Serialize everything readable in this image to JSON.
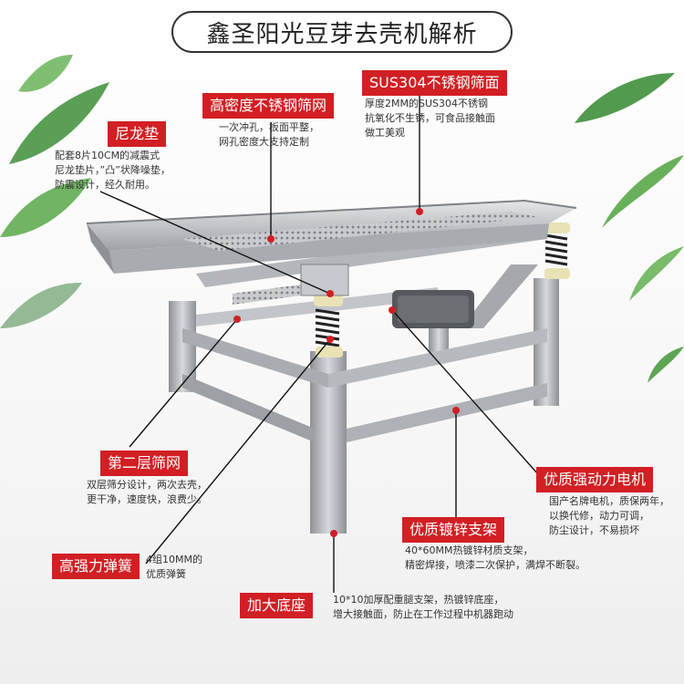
{
  "title": "鑫圣阳光豆芽去壳机解析",
  "callouts": {
    "nylon_pad": {
      "label": "尼龙垫",
      "lines": [
        "配套8片10CM的减震式",
        "尼龙垫片，”凸”状降噪垫，",
        "防震设计，经久耐用。"
      ]
    },
    "screen_mesh": {
      "label": "高密度不锈钢筛网",
      "lines": [
        "一次冲孔，板面平整，",
        "网孔密度大支持定制"
      ]
    },
    "sus304": {
      "label": "SUS304不锈钢筛面",
      "lines": [
        "厚度2MM的SUS304不锈钢",
        "抗氧化不生锈，可食品接触面",
        "做工美观"
      ]
    },
    "second_layer": {
      "label": "第二层筛网",
      "lines": [
        "双层筛分设计，两次去壳，",
        "更干净，速度快，浪费少。"
      ]
    },
    "motor": {
      "label": "优质强动力电机",
      "lines": [
        "国产名牌电机，质保两年，",
        "以换代修，动力可调，",
        "防尘设计，不易损坏"
      ]
    },
    "galvanized": {
      "label": "优质镀锌支架",
      "lines": [
        "40*60MM热镀锌材质支架，",
        "精密焊接，喷漆二次保护，满焊不断裂。"
      ]
    },
    "spring": {
      "label": "高强力弹簧",
      "lines": [
        "4组10MM的",
        "优质弹簧"
      ]
    },
    "base": {
      "label": "加大底座",
      "lines": [
        "10*10加厚配重腿支架，热镀锌底座，",
        "增大接触面，防止在工作过程中机器跑动"
      ]
    }
  },
  "colors": {
    "accent": "#d11f24",
    "text": "#333333",
    "steel": "#b9bcc0"
  },
  "decor": {
    "left_leaves": "leaf-icon",
    "right_leaves": "leaf-icon"
  }
}
